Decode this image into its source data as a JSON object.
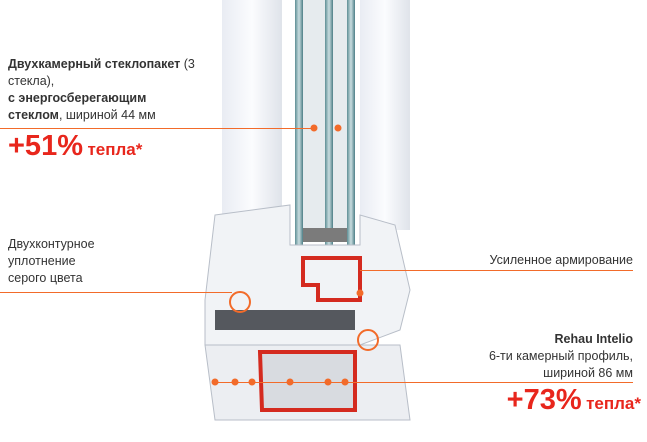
{
  "glass": {
    "title_bold": "Двухкамерный стеклопакет",
    "title_extra": " (3 стекла),",
    "line3": "с энергосберегающим",
    "line4_bold": "стеклом",
    "line4_rest": ", шириной 44 мм",
    "gain_value": "+51%",
    "gain_label": "тепла*"
  },
  "seal": {
    "line1": "Двухконтурное",
    "line2": "уплотнение",
    "line3": "серого цвета"
  },
  "reinforcement": {
    "label": "Усиленное армирование"
  },
  "profile": {
    "title": "Rehau Intelio",
    "line1": "6-ти камерный профиль,",
    "line2": "шириной 86 мм",
    "gain_value": "+73%",
    "gain_label": "тепла*"
  },
  "colors": {
    "accent": "#f26b2a",
    "red": "#e8261c",
    "steel": "#d42a1f"
  }
}
